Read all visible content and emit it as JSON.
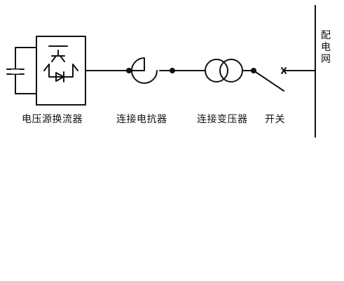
{
  "labels": {
    "converter": "电压源换流器",
    "reactor": "连接电抗器",
    "transformer": "连接变压器",
    "switch": "开关",
    "grid": "配电网"
  }
}
